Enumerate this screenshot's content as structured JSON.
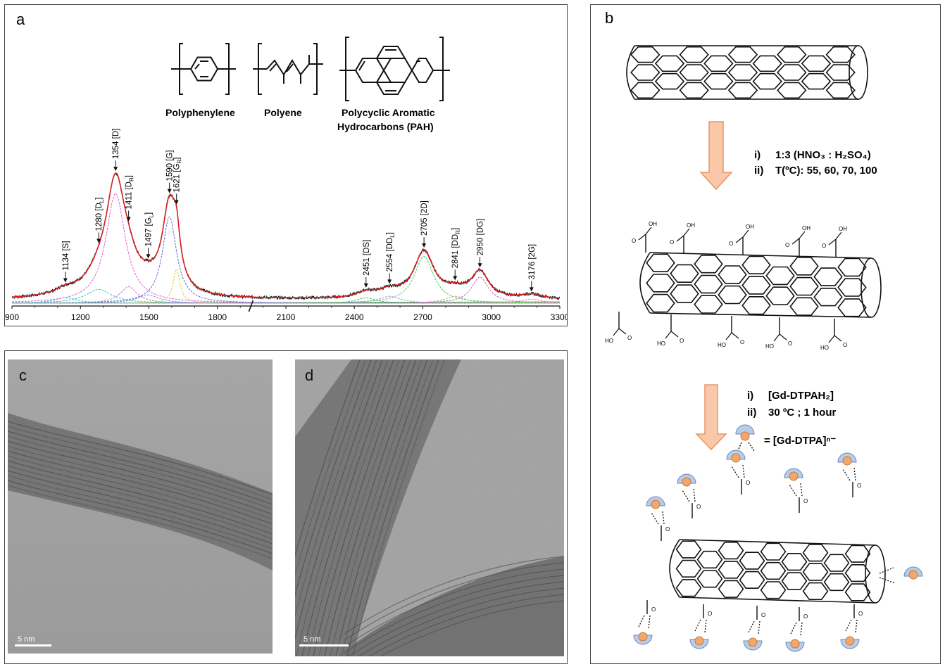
{
  "panel_a": {
    "label": "a",
    "structures": [
      "Polyphenylene",
      "Polyene",
      "Polycyclic Aromatic",
      "Hydrocarbons (PAH)"
    ]
  },
  "panel_b": {
    "label": "b",
    "step1": [
      "i)",
      "1:3 (HNO₃ : H₂SO₄)",
      "ii)",
      "T(ºC): 55, 60, 70, 100"
    ],
    "step2": [
      "i)",
      "[Gd-DTPAH₂]",
      "ii)",
      "30 ºC ; 1 hour"
    ],
    "legend_text": "=  [Gd-DTPA]ⁿ⁻",
    "oh_label": "OH",
    "o_label": "O",
    "ho_label": "HO"
  },
  "panel_c": {
    "label": "c",
    "scale": "5  nm"
  },
  "panel_d": {
    "label": "d",
    "scale": "5  nm"
  },
  "chart_data": {
    "type": "line",
    "x_ticks": [
      900,
      1200,
      1500,
      1800,
      2100,
      2400,
      2700,
      3000,
      3300
    ],
    "xlim": [
      900,
      3300
    ],
    "axis_break_at": 1950,
    "peaks": [
      {
        "x": 1134,
        "label": "1134 [S]",
        "y": 0.09
      },
      {
        "x": 1280,
        "label": "1280 [D",
        "sub": "L",
        "close": "]",
        "y": 0.27
      },
      {
        "x": 1354,
        "label": "1354 [D]",
        "y": 0.88
      },
      {
        "x": 1411,
        "label": "1411 [D",
        "sub": "R",
        "close": "]",
        "y": 0.38
      },
      {
        "x": 1497,
        "label": "1497 [G",
        "sub": "L",
        "close": "]",
        "y": 0.21
      },
      {
        "x": 1590,
        "label": "1590 [G]",
        "y": 0.71
      },
      {
        "x": 1621,
        "label": "1621 [G",
        "sub": "R",
        "close": "]",
        "y": 0.62
      },
      {
        "x": 2451,
        "label": "2451 [DS]",
        "y": 0.1
      },
      {
        "x": 2554,
        "label": "2554 [DD",
        "sub": "L",
        "close": "]",
        "y": 0.17
      },
      {
        "x": 2705,
        "label": "2705 [2D]",
        "y": 0.42
      },
      {
        "x": 2841,
        "label": "2841 [DD",
        "sub": "R",
        "close": "]",
        "y": 0.21
      },
      {
        "x": 2950,
        "label": "2950 [DG]",
        "y": 0.25
      },
      {
        "x": 3176,
        "label": "3176 [2G]",
        "y": 0.06
      }
    ],
    "components": [
      {
        "center": 1134,
        "height": 0.04,
        "width": 60,
        "color": "#3cc3c8"
      },
      {
        "center": 1280,
        "height": 0.1,
        "width": 70,
        "color": "#33c6c6"
      },
      {
        "center": 1354,
        "height": 0.8,
        "width": 52,
        "color": "#e05ad8"
      },
      {
        "center": 1411,
        "height": 0.12,
        "width": 45,
        "color": "#d070d0"
      },
      {
        "center": 1497,
        "height": 0.06,
        "width": 60,
        "color": "#8a8ad8"
      },
      {
        "center": 1590,
        "height": 0.63,
        "width": 38,
        "color": "#5a6fd8"
      },
      {
        "center": 1621,
        "height": 0.25,
        "width": 18,
        "color": "#e6d22a"
      },
      {
        "center": 2451,
        "height": 0.04,
        "width": 50,
        "color": "#3cc050"
      },
      {
        "center": 2554,
        "height": 0.05,
        "width": 60,
        "color": "#b58be0"
      },
      {
        "center": 2705,
        "height": 0.34,
        "width": 52,
        "color": "#3fd05a"
      },
      {
        "center": 2841,
        "height": 0.05,
        "width": 55,
        "color": "#88cc55"
      },
      {
        "center": 2950,
        "height": 0.19,
        "width": 45,
        "color": "#d060d0"
      },
      {
        "center": 3176,
        "height": 0.03,
        "width": 55,
        "color": "#d08ad0"
      }
    ],
    "colors": {
      "raw": "#111111",
      "fit": "#d62020",
      "baseline": "#2c2"
    }
  }
}
